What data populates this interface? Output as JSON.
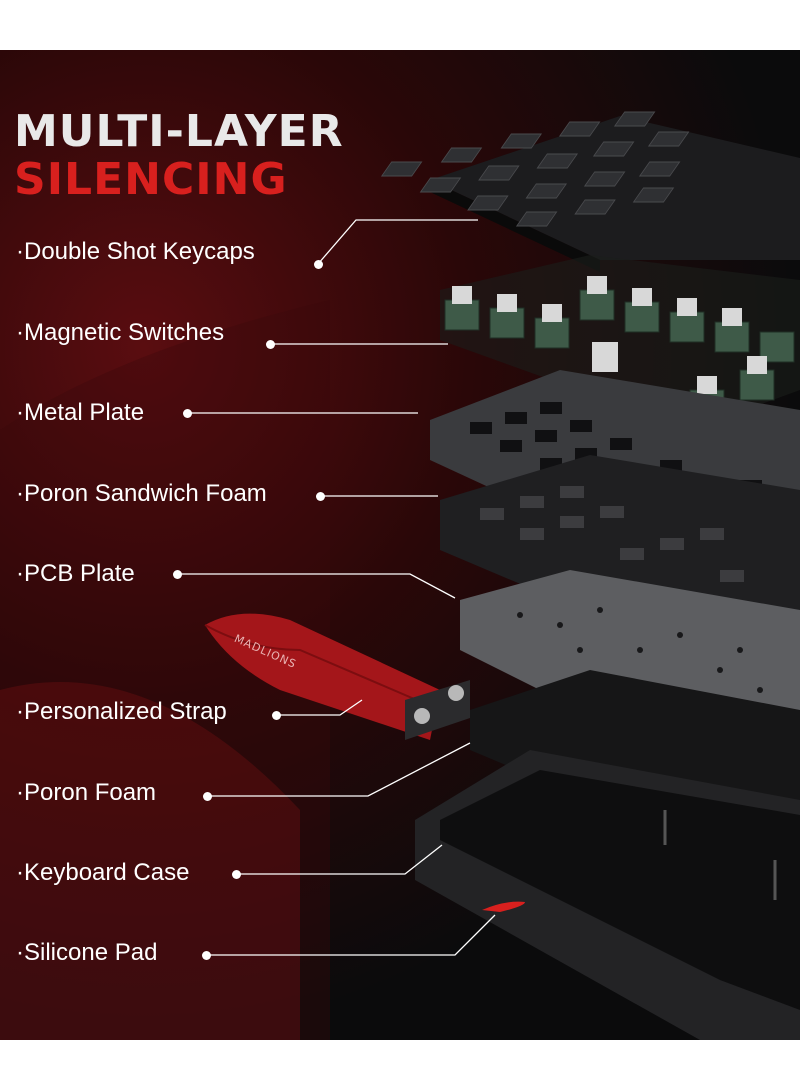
{
  "title": {
    "line1": "MULTI-LAYER",
    "line2": "SILENCING"
  },
  "layers": [
    {
      "id": "keycaps",
      "label": "·Double Shot Keycaps"
    },
    {
      "id": "switches",
      "label": "·Magnetic Switches"
    },
    {
      "id": "plate",
      "label": "·Metal Plate"
    },
    {
      "id": "sandwich",
      "label": "·Poron Sandwich Foam"
    },
    {
      "id": "pcb",
      "label": "·PCB Plate"
    },
    {
      "id": "strap",
      "label": "·Personalized Strap"
    },
    {
      "id": "foam",
      "label": "·Poron Foam"
    },
    {
      "id": "case",
      "label": "·Keyboard Case"
    },
    {
      "id": "pad",
      "label": "·Silicone Pad"
    }
  ],
  "strap_brand": "MADLIONS",
  "colors": {
    "accent": "#d8201e",
    "background": "#0b0b0c",
    "text": "#ffffff"
  }
}
